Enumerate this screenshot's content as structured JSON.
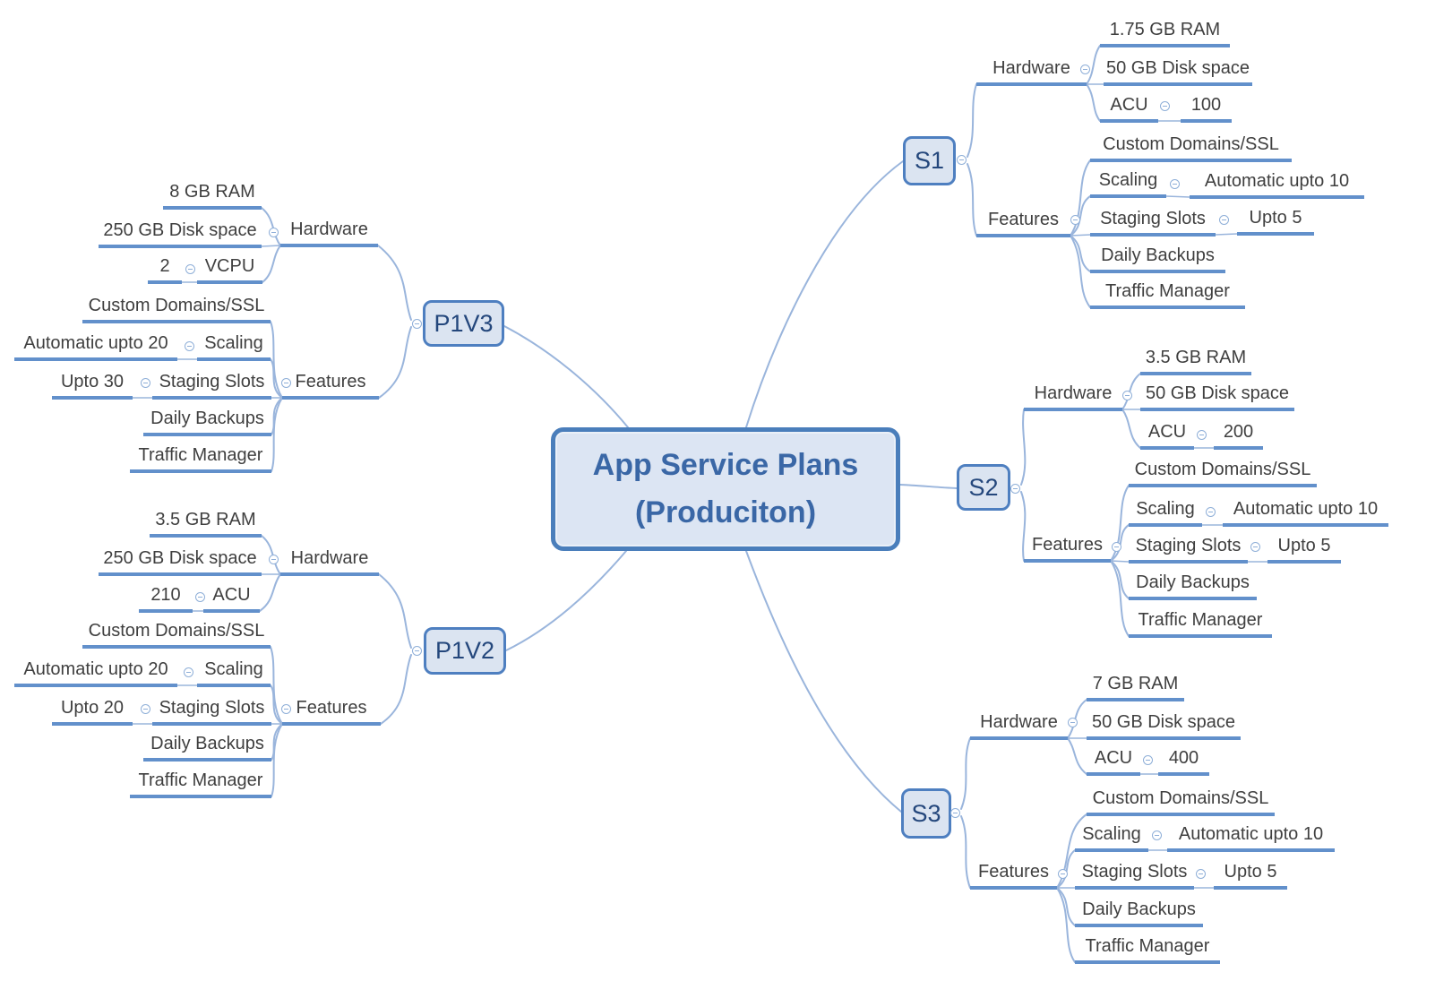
{
  "diagram_type": "mind-map",
  "title": {
    "line1": "App Service Plans",
    "line2": "(Produciton)"
  },
  "colors": {
    "background": "#ffffff",
    "node_fill": "#dbe4f1",
    "node_border": "#4e7fc0",
    "title_text": "#3a67a6",
    "topic_text": "#3f3f3f",
    "topic_underline": "#6290cb",
    "branch_line": "#9ab5dc"
  },
  "icons": {
    "collapse": "minus-in-circle"
  },
  "plans": [
    {
      "name": "P1V3",
      "side": "left",
      "hardware": {
        "label": "Hardware",
        "ram": "8 GB RAM",
        "disk": "250 GB Disk space",
        "compute_value": "2",
        "compute_label": "VCPU"
      },
      "features": {
        "label": "Features",
        "custom_domains": "Custom Domains/SSL",
        "scaling_label": "Scaling",
        "scaling_value": "Automatic upto 20",
        "staging_label": "Staging Slots",
        "staging_value": "Upto 30",
        "daily_backups": "Daily Backups",
        "traffic_manager": "Traffic Manager"
      }
    },
    {
      "name": "P1V2",
      "side": "left",
      "hardware": {
        "label": "Hardware",
        "ram": "3.5 GB RAM",
        "disk": "250 GB Disk space",
        "compute_value": "210",
        "compute_label": "ACU"
      },
      "features": {
        "label": "Features",
        "custom_domains": "Custom Domains/SSL",
        "scaling_label": "Scaling",
        "scaling_value": "Automatic upto 20",
        "staging_label": "Staging Slots",
        "staging_value": "Upto 20",
        "daily_backups": "Daily Backups",
        "traffic_manager": "Traffic Manager"
      }
    },
    {
      "name": "S1",
      "side": "right",
      "hardware": {
        "label": "Hardware",
        "ram": "1.75 GB RAM",
        "disk": "50 GB Disk space",
        "compute_label": "ACU",
        "compute_value": "100"
      },
      "features": {
        "label": "Features",
        "custom_domains": "Custom Domains/SSL",
        "scaling_label": "Scaling",
        "scaling_value": "Automatic upto 10",
        "staging_label": "Staging Slots",
        "staging_value": "Upto 5",
        "daily_backups": "Daily Backups",
        "traffic_manager": "Traffic Manager"
      }
    },
    {
      "name": "S2",
      "side": "right",
      "hardware": {
        "label": "Hardware",
        "ram": "3.5 GB RAM",
        "disk": "50 GB Disk space",
        "compute_label": "ACU",
        "compute_value": "200"
      },
      "features": {
        "label": "Features",
        "custom_domains": "Custom Domains/SSL",
        "scaling_label": "Scaling",
        "scaling_value": "Automatic upto 10",
        "staging_label": "Staging Slots",
        "staging_value": "Upto 5",
        "daily_backups": "Daily Backups",
        "traffic_manager": "Traffic Manager"
      }
    },
    {
      "name": "S3",
      "side": "right",
      "hardware": {
        "label": "Hardware",
        "ram": "7 GB RAM",
        "disk": "50 GB Disk space",
        "compute_label": "ACU",
        "compute_value": "400"
      },
      "features": {
        "label": "Features",
        "custom_domains": "Custom Domains/SSL",
        "scaling_label": "Scaling",
        "scaling_value": "Automatic upto 10",
        "staging_label": "Staging Slots",
        "staging_value": "Upto 5",
        "daily_backups": "Daily Backups",
        "traffic_manager": "Traffic Manager"
      }
    }
  ]
}
